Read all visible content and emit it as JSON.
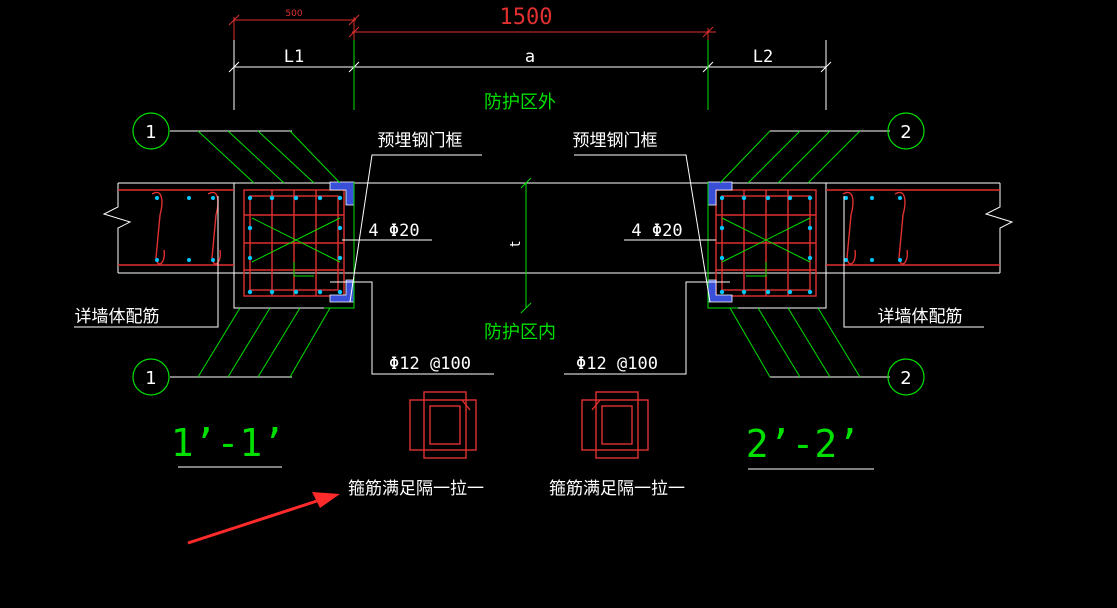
{
  "dimensions": {
    "small_dim": "500",
    "main_dim": "1500",
    "left_segment": "L1",
    "middle_segment": "a",
    "right_segment": "L2"
  },
  "zones": {
    "outside": "防护区外",
    "inside": "防护区内"
  },
  "labels": {
    "embedded_frame_left": "预埋钢门框",
    "embedded_frame_right": "预埋钢门框",
    "rebar_left": "4 Φ20",
    "rebar_right": "4 Φ20",
    "stirrup_left": "Φ12 @100",
    "stirrup_right": "Φ12 @100",
    "wall_rebar_left": "详墙体配筋",
    "wall_rebar_right": "详墙体配筋",
    "stirrup_note_left": "箍筋满足隔一拉一",
    "stirrup_note_right": "箍筋满足隔一拉一",
    "thickness": "t"
  },
  "section_markers": {
    "left_top": "1",
    "left_bottom": "1",
    "right_top": "2",
    "right_bottom": "2"
  },
  "section_titles": {
    "left": "1’-1’",
    "right": "2’-2’"
  },
  "colors": {
    "background": "#000000",
    "white": "#ffffff",
    "green": "#00e000",
    "red": "#e03030",
    "cyan": "#00c8ff",
    "blue_hatch": "#3a4fd8",
    "arrow": "#ff2a2a"
  }
}
